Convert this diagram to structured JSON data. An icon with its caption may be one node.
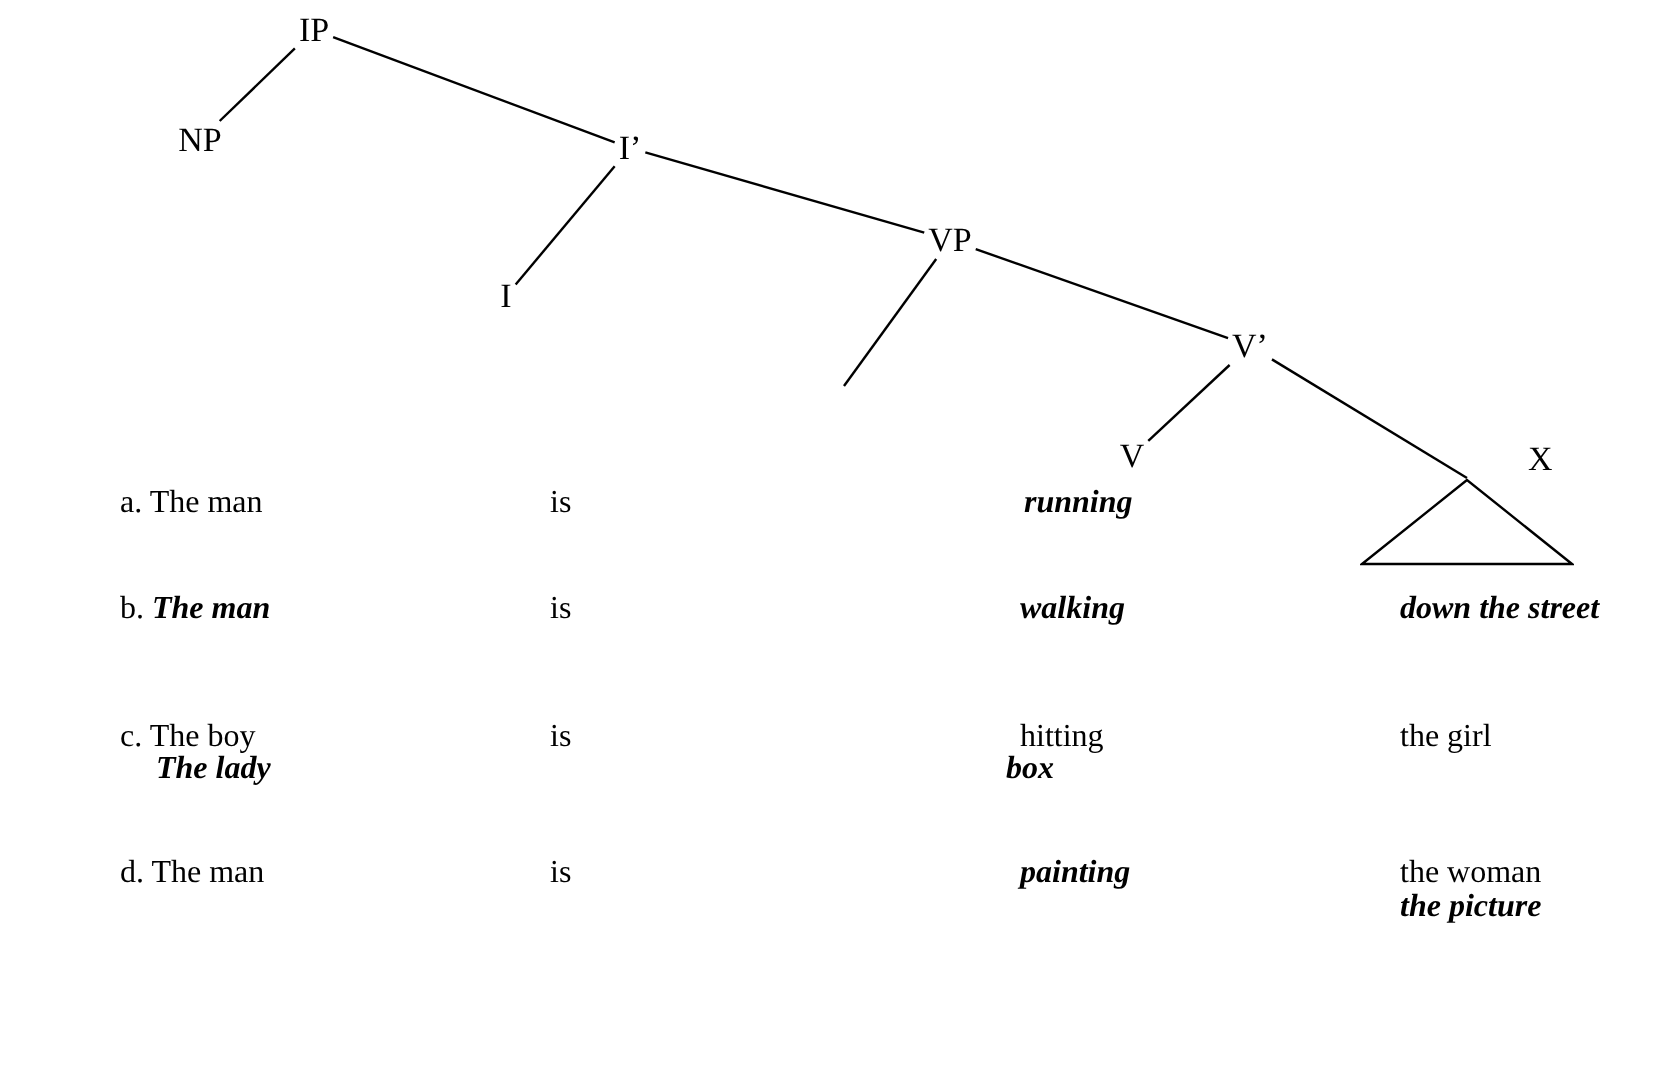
{
  "diagram": {
    "nodes": [
      {
        "text": [
          "IP"
        ]
      },
      {
        "text": [
          "NP"
        ]
      },
      {
        "text": [
          "I’"
        ]
      },
      {
        "text": [
          "I"
        ]
      },
      {
        "text": [
          "VP"
        ]
      },
      {
        "text": [
          "V’"
        ]
      },
      {
        "text": [
          "V"
        ]
      },
      {
        "text": [],
        "shape": "triangle",
        "beside": [
          "X"
        ]
      }
    ],
    "edges": [
      {
        "from": 0,
        "to": 1,
        "arrow": "none"
      },
      {
        "from": 0,
        "to": 2,
        "arrow": "none"
      },
      {
        "from": 2,
        "to": 3,
        "arrow": "none"
      },
      {
        "from": 2,
        "to": 4,
        "arrow": "none"
      },
      {
        "from": 4,
        "to": null,
        "arrow": "none"
      },
      {
        "from": 4,
        "to": 5,
        "arrow": "none"
      },
      {
        "from": 5,
        "to": 6,
        "arrow": "none"
      },
      {
        "from": 5,
        "to": 7,
        "arrow": "none"
      }
    ],
    "labels": [
      "a. The man",
      "is",
      "running",
      "b. **The man**",
      "is",
      "walking",
      "down the street",
      "c. The boy",
      "is",
      "hitting",
      "the girl",
      "The lady",
      "box",
      "d. The man",
      "is",
      "painting",
      "the woman",
      "the picture"
    ]
  }
}
